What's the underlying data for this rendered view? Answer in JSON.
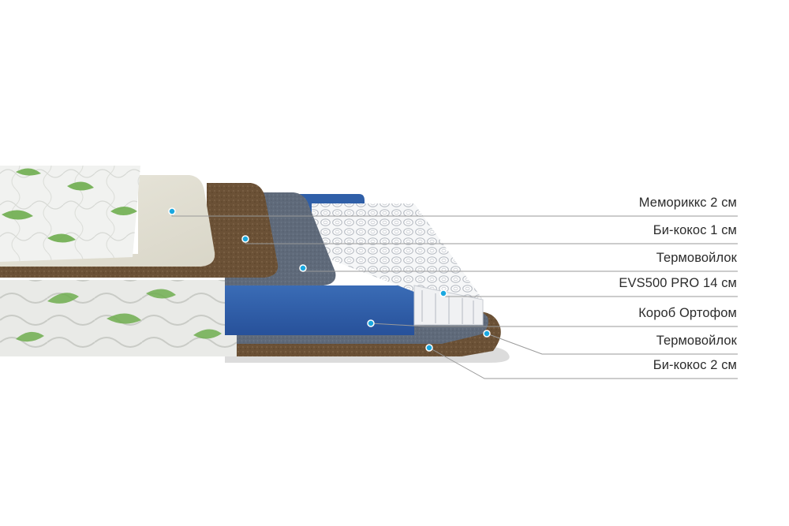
{
  "colors": {
    "marker": "#1aa8e0",
    "leader_line": "#9a9a9a",
    "memory_foam": "#e6e3d6",
    "bicoco": "#6b5136",
    "felt": "#5c6676",
    "box_foam": "#2f5fa8",
    "cover": "#ecedeb",
    "leaf": "#6fae4f"
  },
  "diagram": {
    "layers": [
      {
        "label": "Мемориккс 2 см"
      },
      {
        "label": "Би-кокос 1 см"
      },
      {
        "label": "Термовойлок"
      },
      {
        "label": "EVS500 PRO 14 см"
      },
      {
        "label": "Короб Ортофом"
      },
      {
        "label": "Термовойлок"
      },
      {
        "label": "Би-кокос 2 см"
      }
    ]
  }
}
